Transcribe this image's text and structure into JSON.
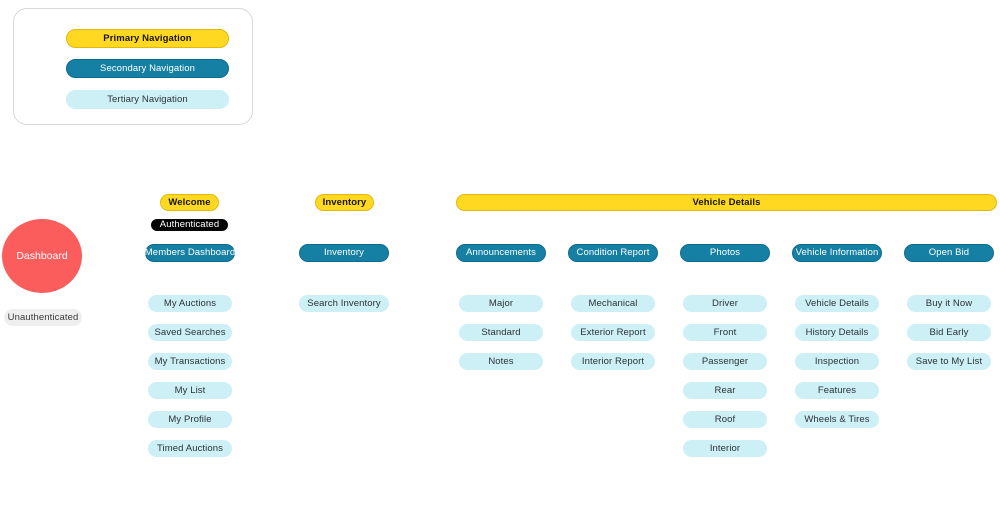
{
  "legend": {
    "name": "navigation-legend",
    "items": [
      {
        "label": "Primary Navigation",
        "level": "primary"
      },
      {
        "label": "Secondary Navigation",
        "level": "secondary"
      },
      {
        "label": "Tertiary Navigation",
        "level": "tertiary"
      }
    ]
  },
  "colors": {
    "primary": "#FFD821",
    "secondary": "#1580A3",
    "tertiary": "#CDEFF6",
    "root": "#FB5C5C",
    "authenticated": "#050505",
    "unauthenticated": "#EFEFEF",
    "legend_border": "#D7D7D7"
  },
  "root": {
    "label": "Dashboard",
    "state_badge": "Unauthenticated"
  },
  "branches": [
    {
      "id": "welcome",
      "head": "Welcome",
      "state_badge": "Authenticated",
      "sub": "Members Dashboard",
      "leaves": [
        "My Auctions",
        "Saved Searches",
        "My Transactions",
        "My List",
        "My Profile",
        "Timed Auctions"
      ]
    },
    {
      "id": "inventory",
      "head": "Inventory",
      "sub": "Inventory",
      "leaves": [
        "Search Inventory"
      ]
    }
  ],
  "vehicle_details": {
    "head": "Vehicle Details",
    "columns": [
      {
        "sub": "Announcements",
        "leaves": [
          "Major",
          "Standard",
          "Notes"
        ]
      },
      {
        "sub": "Condition Report",
        "leaves": [
          "Mechanical",
          "Exterior Report",
          "Interior Report"
        ]
      },
      {
        "sub": "Photos",
        "leaves": [
          "Driver",
          "Front",
          "Passenger",
          "Rear",
          "Roof",
          "Interior"
        ]
      },
      {
        "sub": "Vehicle Information",
        "leaves": [
          "Vehicle Details",
          "History Details",
          "Inspection",
          "Features",
          "Wheels & Tires"
        ]
      },
      {
        "sub": "Open Bid",
        "leaves": [
          "Buy it Now",
          "Bid Early",
          "Save to My List"
        ]
      }
    ]
  }
}
